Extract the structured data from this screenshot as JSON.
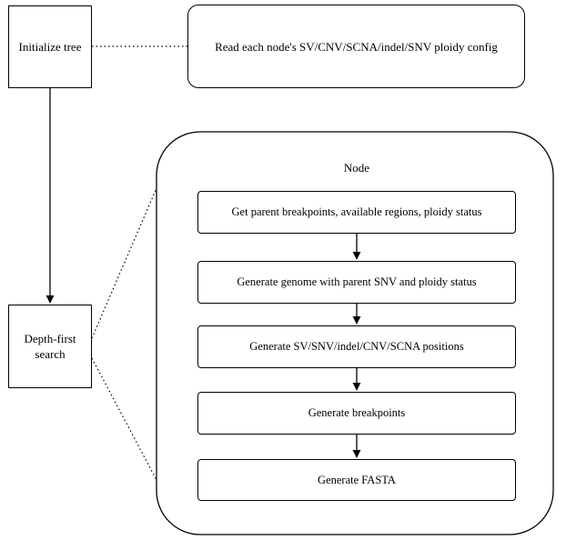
{
  "init_box": {
    "label": "Initialize tree"
  },
  "config_box": {
    "label": "Read each node's SV/CNV/SCNA/indel/SNV ploidy config"
  },
  "dfs_box": {
    "label": "Depth-first\nsearch"
  },
  "node_group": {
    "title": "Node",
    "steps": [
      "Get parent breakpoints,  available regions, ploidy status",
      "Generate genome with parent SNV and ploidy status",
      "Generate SV/SNV/indel/CNV/SCNA positions",
      "Generate breakpoints",
      "Generate FASTA"
    ]
  }
}
